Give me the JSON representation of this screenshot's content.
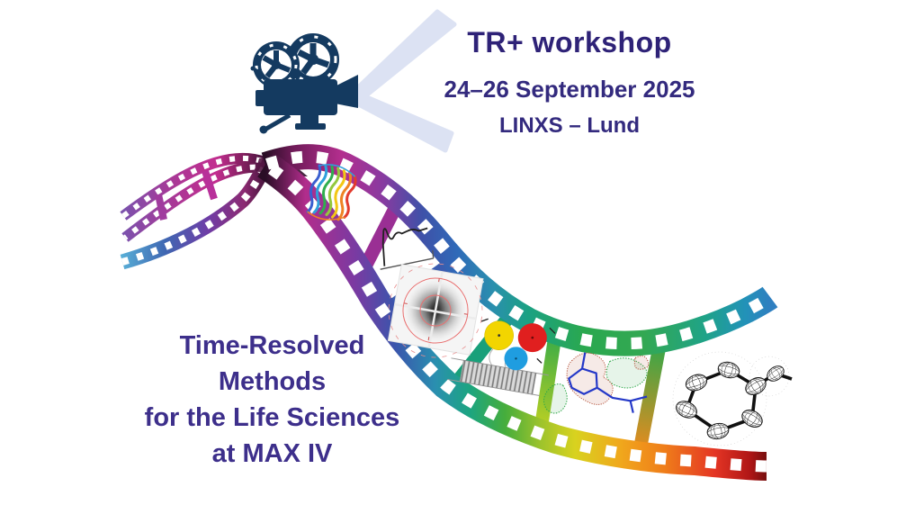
{
  "header": {
    "title": "TR+ workshop",
    "dates": "24–26 September 2025",
    "location": "LINXS – Lund"
  },
  "main_title": {
    "lines": [
      "Time-Resolved",
      "Methods",
      "for the Life Sciences",
      "at MAX IV"
    ]
  },
  "icons": {
    "projector": "film-projector-icon",
    "beams": "light-beam-icon",
    "film_strip": "film-strip-graphic"
  },
  "film_strip": {
    "frames": [
      "protein-ribbon-structure",
      "time-resolved-kinetics-graph",
      "x-ray-diffraction-pattern",
      "membrane-protein-schematic",
      "electron-density-map",
      "thermal-ellipsoid-molecule"
    ]
  },
  "colors": {
    "background": "#ffffff",
    "text_indigo": "#2e2277",
    "title_violet": "#3d2f8b",
    "projector_navy": "#143a60",
    "beam_lavender": "#dce2f3",
    "film_gradient": [
      "#2a0d26",
      "#b32e8e",
      "#7a3aa2",
      "#3a55ac",
      "#2a8fb0",
      "#1ca580",
      "#2fa84a",
      "#d8d21f",
      "#f0a81c",
      "#ef7d1a",
      "#e43524",
      "#7c1010"
    ]
  }
}
